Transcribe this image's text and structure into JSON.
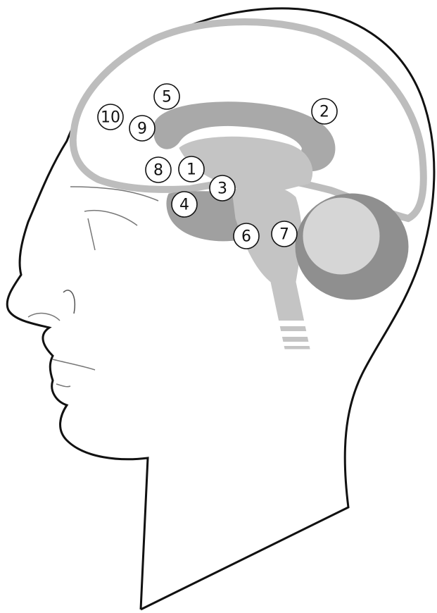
{
  "colors": {
    "outline": "#111111",
    "cortex": "#bdbdbd",
    "inner_structures": "#a9a9a9",
    "brainstem": "#c4c4c4",
    "cerebellum": "#8f8f8f",
    "background": "#ffffff"
  },
  "markers": [
    {
      "id": "marker-1",
      "label": "1"
    },
    {
      "id": "marker-2",
      "label": "2"
    },
    {
      "id": "marker-3",
      "label": "3"
    },
    {
      "id": "marker-4",
      "label": "4"
    },
    {
      "id": "marker-5",
      "label": "5"
    },
    {
      "id": "marker-6",
      "label": "6"
    },
    {
      "id": "marker-7",
      "label": "7"
    },
    {
      "id": "marker-8",
      "label": "8"
    },
    {
      "id": "marker-9",
      "label": "9"
    },
    {
      "id": "marker-10",
      "label": "10"
    }
  ]
}
